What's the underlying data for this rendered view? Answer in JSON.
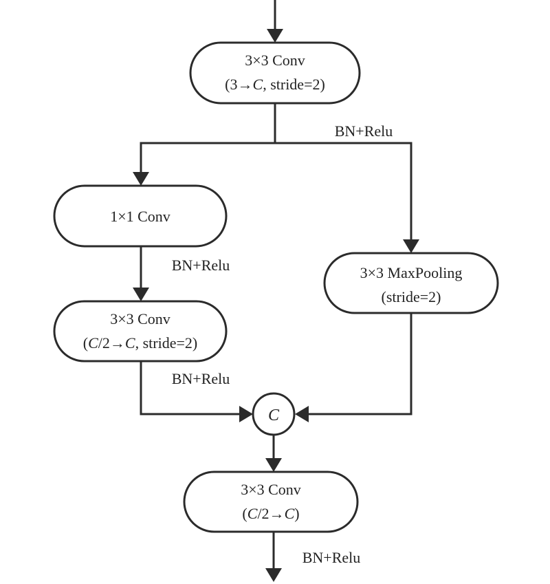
{
  "nodes": {
    "conv_stem": {
      "line1": "3×3 Conv",
      "line2_pre": "(3→",
      "line2_var": "C",
      "line2_post": ", stride=2)"
    },
    "conv_1x1": {
      "line1": "1×1 Conv"
    },
    "conv_3x3_down": {
      "line1": "3×3 Conv",
      "line2_open": "(",
      "line2_var1": "C",
      "line2_mid": "/2→",
      "line2_var2": "C",
      "line2_post": ", stride=2)"
    },
    "maxpool": {
      "line1": "3×3 MaxPooling",
      "line2": "(stride=2)"
    },
    "concat": {
      "symbol": "C"
    },
    "conv_fuse": {
      "line1": "3×3 Conv",
      "line2_open": "(",
      "line2_var1": "C",
      "line2_mid": "/2→",
      "line2_var2": "C",
      "line2_post": ")"
    }
  },
  "labels": {
    "bn_relu_stem": "BN+Relu",
    "bn_relu_1x1": "BN+Relu",
    "bn_relu_3x3": "BN+Relu",
    "bn_relu_out": "BN+Relu"
  }
}
